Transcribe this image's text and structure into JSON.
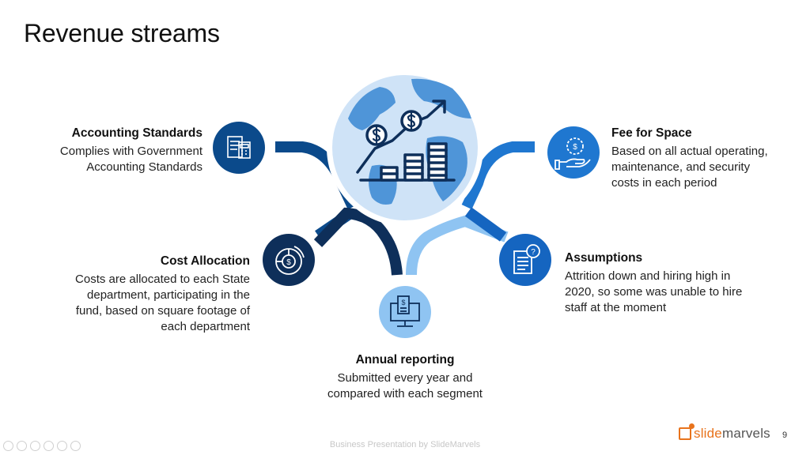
{
  "slide": {
    "title": "Revenue streams",
    "footer": "Business Presentation by SlideMarvels",
    "page_number": "9",
    "logo": {
      "brand_part1": "slide",
      "brand_part2": "marvels"
    }
  },
  "items": {
    "accounting": {
      "heading": "Accounting Standards",
      "line1": "Complies with Government",
      "line2": "Accounting Standards",
      "icon": "calculator-document-icon"
    },
    "cost": {
      "heading": "Cost Allocation",
      "line1": "Costs are allocated to each State",
      "line2": "department, participating in the",
      "line3": "fund, based on square footage of",
      "line4": "each department",
      "icon": "pie-chart-dollar-icon"
    },
    "annual": {
      "heading": "Annual reporting",
      "line1": "Submitted every year and",
      "line2": "compared with each segment",
      "icon": "monitor-report-icon"
    },
    "assumptions": {
      "heading": "Assumptions",
      "line1": "Attrition down and hiring high in",
      "line2": "2020, so some was unable to hire",
      "line3": "staff at the moment",
      "icon": "document-question-icon"
    },
    "fee": {
      "heading": "Fee for Space",
      "line1": "Based on all actual operating,",
      "line2": "maintenance, and security",
      "line3": "costs in each period",
      "icon": "hand-dollar-icon"
    }
  },
  "colors": {
    "dark_navy": "#0e2f5a",
    "navy": "#0b4a8b",
    "blue": "#1565c0",
    "bright_blue": "#1f77d0",
    "light_blue": "#8fc4f2",
    "globe_ocean": "#cfe3f7",
    "globe_land": "#4f95d8"
  }
}
